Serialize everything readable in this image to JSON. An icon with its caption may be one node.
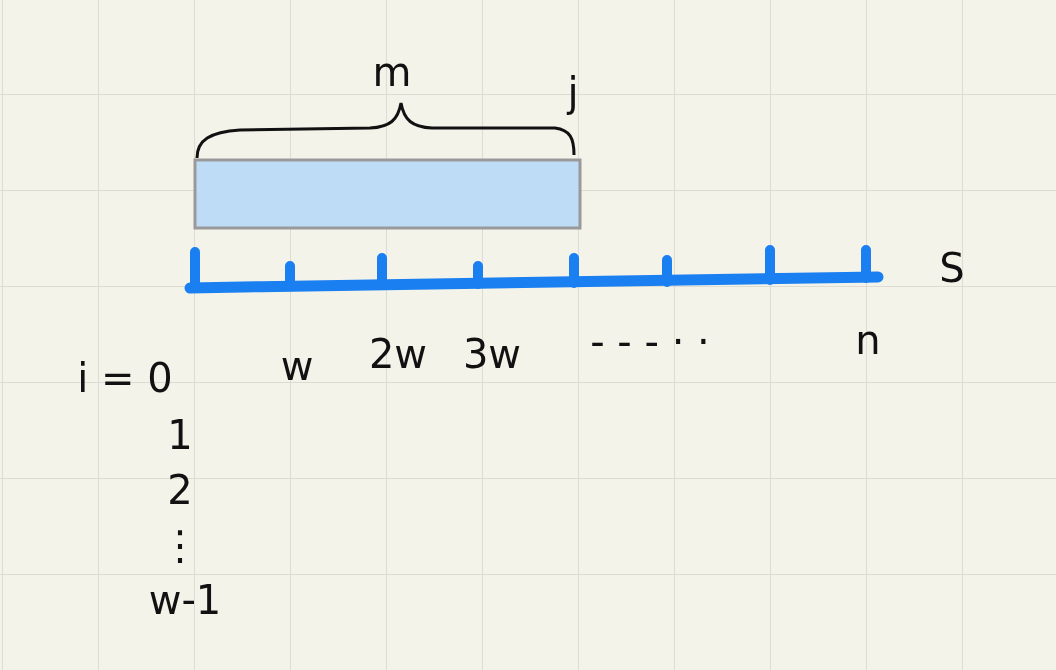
{
  "diagram": {
    "labels": [
      "m",
      "j",
      "S",
      "i = 0",
      "w",
      "2w",
      "3w",
      "- - - · ·",
      "n",
      "1",
      "2",
      "⋮",
      "w-1"
    ]
  }
}
